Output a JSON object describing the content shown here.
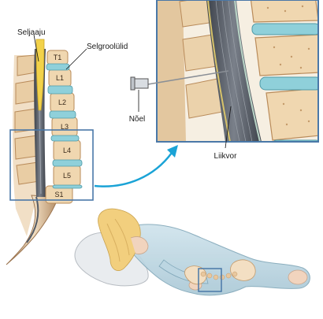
{
  "labels": {
    "spinal_cord": "Seljaaju",
    "discs": "Selgroolülid",
    "needle": "Nõel",
    "csf": "Liikvor"
  },
  "vertebrae": [
    "T1",
    "L1",
    "L2",
    "L3",
    "L4",
    "L5",
    "S1"
  ],
  "colors": {
    "bone": "#f0d7b0",
    "bone_edge": "#b98b5a",
    "disc": "#8fd0da",
    "cord": "#f2d24a",
    "canal": "#555c66",
    "frame": "#4a78a8",
    "arrow": "#1aa3d6"
  }
}
